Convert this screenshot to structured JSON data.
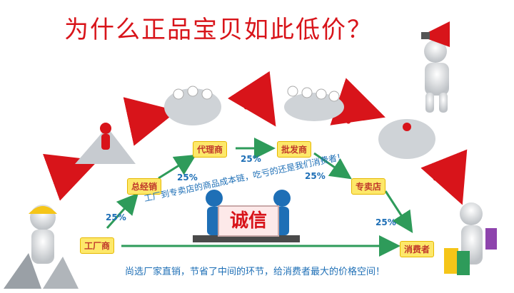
{
  "title": "为什么正品宝贝如此低价？",
  "nodes": {
    "factory": "工厂商",
    "general_agent": "总经销",
    "agent": "代理商",
    "wholesaler": "批发商",
    "store": "专卖店",
    "consumer": "消费者"
  },
  "percentages": {
    "p1": "25%",
    "p2": "25%",
    "p3": "25%",
    "p4": "25%",
    "p5": "25%"
  },
  "slogan_top": "工厂到专卖店的商品成本链，吃亏的还是我们消费者！",
  "sign_text": "诚信",
  "bottom_text": "尚选厂家直销，节省了中间的环节，给消费者最大的价格空间！",
  "colors": {
    "title": "#d8141a",
    "arrow_green": "#2e9b5a",
    "curve_red": "#d8141a",
    "text_blue": "#1e6fb6",
    "node_fill": "#fde86a"
  },
  "icons": [
    "megaphone-icon",
    "worker-icon",
    "crowd-icon",
    "handshake-icon",
    "shopping-bags-icon"
  ]
}
